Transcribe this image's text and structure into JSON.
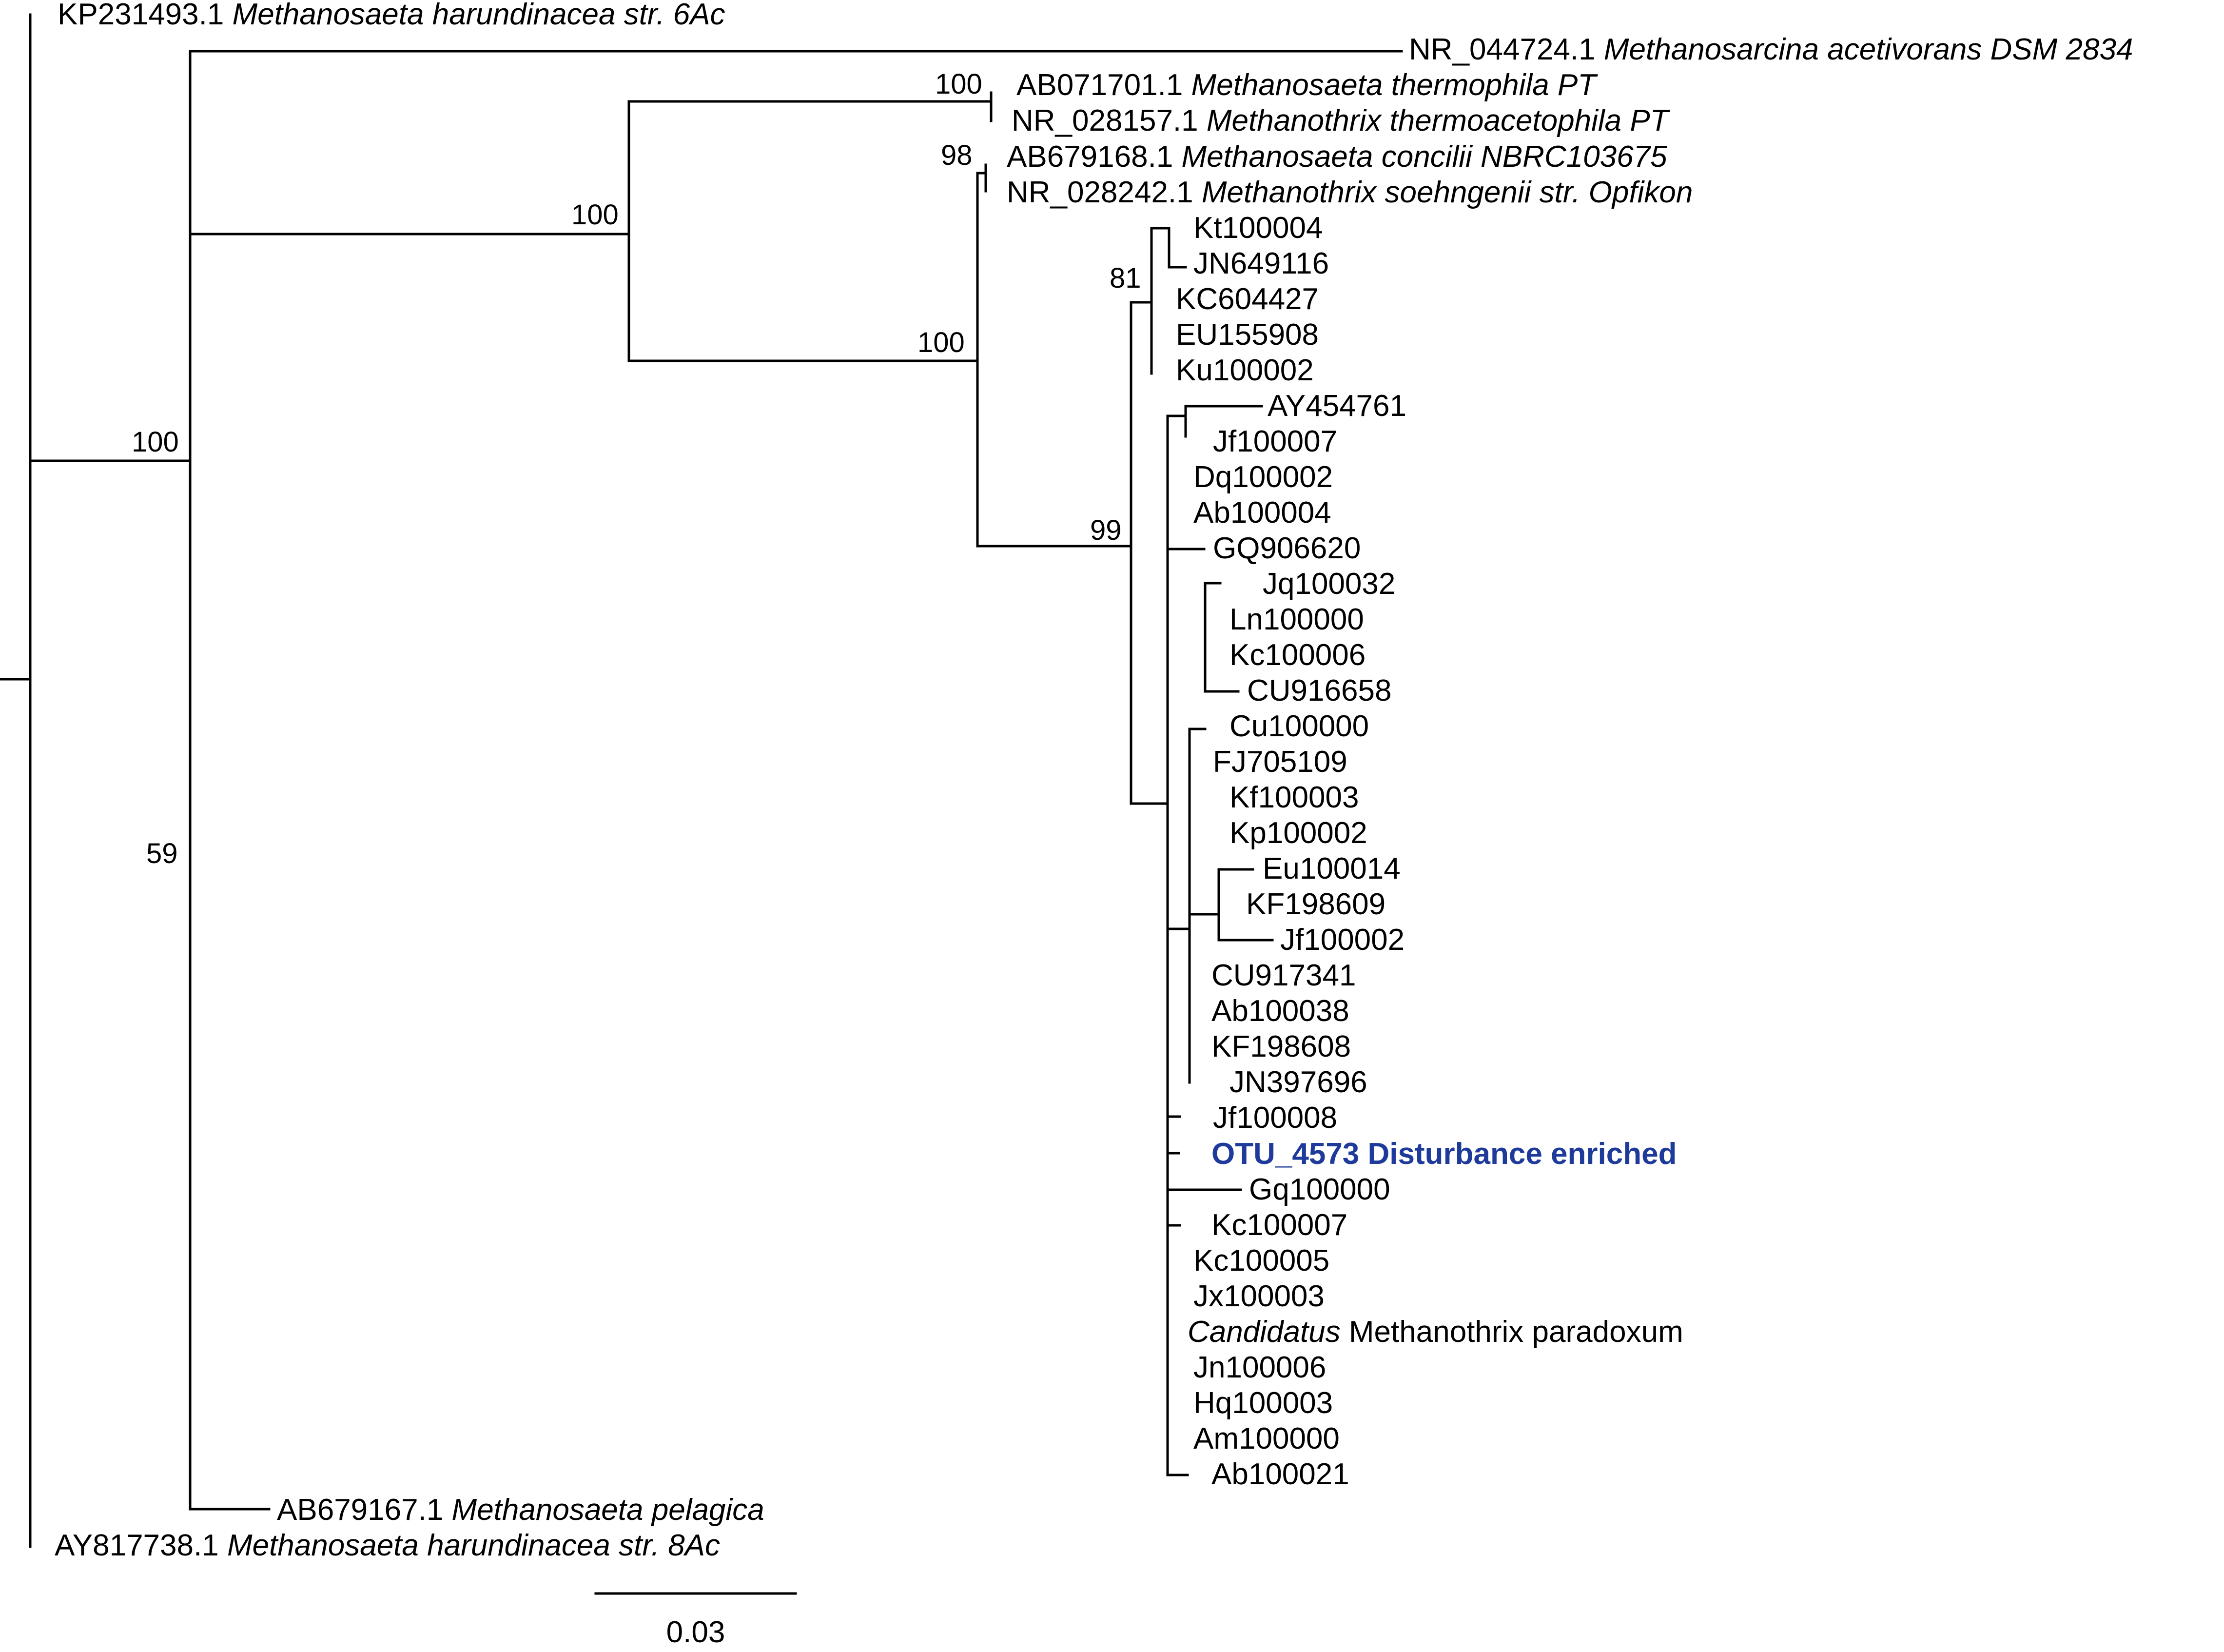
{
  "tree": {
    "taxa": [
      {
        "id": "t_kp231493",
        "acc": "KP231493.1",
        "name": "Methanosaeta harundinacea str. 6Ac"
      },
      {
        "id": "t_nr044724",
        "acc": "NR_044724.1",
        "name": "Methanosarcina acetivorans DSM 2834"
      },
      {
        "id": "t_ab071701",
        "acc": "AB071701.1",
        "name": "Methanosaeta thermophila PT"
      },
      {
        "id": "t_nr028157",
        "acc": "NR_028157.1",
        "name": "Methanothrix thermoacetophila PT"
      },
      {
        "id": "t_ab679168",
        "acc": "AB679168.1",
        "name": "Methanosaeta concilii NBRC103675"
      },
      {
        "id": "t_nr028242",
        "acc": "NR_028242.1",
        "name": "Methanothrix soehngenii str. Opfikon"
      },
      {
        "id": "t_kt100004",
        "acc": "Kt100004",
        "name": ""
      },
      {
        "id": "t_jn649116",
        "acc": "JN649116",
        "name": ""
      },
      {
        "id": "t_kc604427",
        "acc": "KC604427",
        "name": ""
      },
      {
        "id": "t_eu155908",
        "acc": "EU155908",
        "name": ""
      },
      {
        "id": "t_ku100002",
        "acc": "Ku100002",
        "name": ""
      },
      {
        "id": "t_ay454761",
        "acc": "AY454761",
        "name": ""
      },
      {
        "id": "t_jf100007",
        "acc": "Jf100007",
        "name": ""
      },
      {
        "id": "t_dq100002",
        "acc": "Dq100002",
        "name": ""
      },
      {
        "id": "t_ab100004",
        "acc": "Ab100004",
        "name": ""
      },
      {
        "id": "t_gq906620",
        "acc": "GQ906620",
        "name": ""
      },
      {
        "id": "t_jq100032",
        "acc": "Jq100032",
        "name": ""
      },
      {
        "id": "t_ln100000",
        "acc": "Ln100000",
        "name": ""
      },
      {
        "id": "t_kc100006",
        "acc": "Kc100006",
        "name": ""
      },
      {
        "id": "t_cu916658",
        "acc": "CU916658",
        "name": ""
      },
      {
        "id": "t_cu100000",
        "acc": "Cu100000",
        "name": ""
      },
      {
        "id": "t_fj705109",
        "acc": "FJ705109",
        "name": ""
      },
      {
        "id": "t_kf100003",
        "acc": "Kf100003",
        "name": ""
      },
      {
        "id": "t_kp100002",
        "acc": "Kp100002",
        "name": ""
      },
      {
        "id": "t_eu100014",
        "acc": "Eu100014",
        "name": ""
      },
      {
        "id": "t_kf198609",
        "acc": "KF198609",
        "name": ""
      },
      {
        "id": "t_jf100002",
        "acc": "Jf100002",
        "name": ""
      },
      {
        "id": "t_cu917341",
        "acc": "CU917341",
        "name": ""
      },
      {
        "id": "t_ab100038",
        "acc": "Ab100038",
        "name": ""
      },
      {
        "id": "t_kf198608",
        "acc": "KF198608",
        "name": ""
      },
      {
        "id": "t_jn397696",
        "acc": "JN397696",
        "name": ""
      },
      {
        "id": "t_jf100008",
        "acc": "Jf100008",
        "name": ""
      },
      {
        "id": "t_otu4573",
        "acc": "OTU_4573 Disturbance enriched",
        "name": "",
        "highlight": true
      },
      {
        "id": "t_gq100000",
        "acc": "Gq100000",
        "name": ""
      },
      {
        "id": "t_kc100007",
        "acc": "Kc100007",
        "name": ""
      },
      {
        "id": "t_kc100005",
        "acc": "Kc100005",
        "name": ""
      },
      {
        "id": "t_jx100003",
        "acc": "Jx100003",
        "name": ""
      },
      {
        "id": "t_candidatus",
        "acc": "",
        "name_italic": "Candidatus",
        "name_plain": " Methanothrix paradoxum"
      },
      {
        "id": "t_jn100006",
        "acc": "Jn100006",
        "name": ""
      },
      {
        "id": "t_hq100003",
        "acc": "Hq100003",
        "name": ""
      },
      {
        "id": "t_am100000",
        "acc": "Am100000",
        "name": ""
      },
      {
        "id": "t_ab100021",
        "acc": "Ab100021",
        "name": ""
      },
      {
        "id": "t_ab679167",
        "acc": "AB679167.1",
        "name": "Methanosaeta pelagica"
      },
      {
        "id": "t_ay817738",
        "acc": "AY817738.1",
        "name": "Methanosaeta harundinacea str. 8Ac"
      }
    ],
    "bootstrap": [
      {
        "id": "b_root100",
        "value": "100"
      },
      {
        "id": "b_59",
        "value": "59"
      },
      {
        "id": "b_ingroup100",
        "value": "100"
      },
      {
        "id": "b_methano100",
        "value": "100"
      },
      {
        "id": "b_thermo100",
        "value": "100"
      },
      {
        "id": "b_98",
        "value": "98"
      },
      {
        "id": "b_81",
        "value": "81"
      },
      {
        "id": "b_99",
        "value": "99"
      }
    ],
    "highlight_color": "#1e3a9b"
  },
  "scale_bar": {
    "value": 0.03,
    "label": "0.03"
  }
}
